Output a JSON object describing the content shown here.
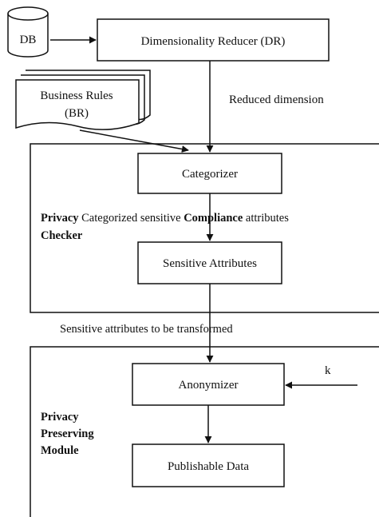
{
  "nodes": {
    "db": "DB",
    "dimensionality_reducer": "Dimensionality Reducer (DR)",
    "business_rules_line1": "Business Rules",
    "business_rules_line2": "(BR)",
    "categorizer": "Categorizer",
    "sensitive_attributes": "Sensitive Attributes",
    "anonymizer": "Anonymizer",
    "publishable_data": "Publishable Data"
  },
  "edge_labels": {
    "reduced_dimension": "Reduced dimension",
    "categorized_line_bold1": "Privacy",
    "categorized_line_text1": " Categorized sensitive ",
    "categorized_line_bold2": "Compliance",
    "categorized_line_text2": " attributes",
    "sensitive_to_transform": "Sensitive attributes to be transformed",
    "k_input": "k"
  },
  "modules": {
    "privacy_compliance_checker_word": "Checker",
    "privacy_preserving_line1": "Privacy",
    "privacy_preserving_line2": "Preserving",
    "privacy_preserving_line3": "Module"
  }
}
